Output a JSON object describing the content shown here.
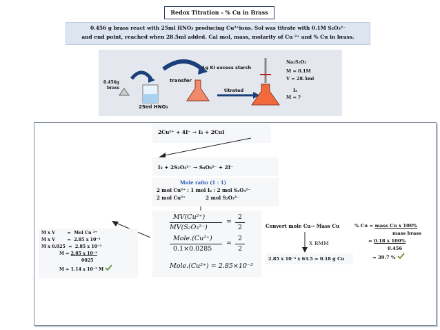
{
  "title": "Redox Titration - % Cu in Brass",
  "question": {
    "line1": "0.456 g brass react with 25ml HNO₃ producing Cu²⁺ions. Sol was titrate with 0.1M S₂O₃²⁻",
    "line2": "and end point, reached when 28.5ml added. Cal mol, mass, molarity of Cu ²⁺ and % Cu  in brass."
  },
  "diagram": {
    "brass_label_1": "0.456g",
    "brass_label_2": "brass",
    "hno3_label": "25ml HNO₃",
    "transfer_label": "transfer",
    "excess_label": "1g KI excess starch",
    "titrated_label": "titrated",
    "thio_label": "Na₂S₂O₃",
    "thio_M": "M = 0.1M",
    "thio_V": "V  = 28.5ml",
    "iodine_label": "I₂",
    "iodine_M": "M = ?"
  },
  "reactions": {
    "r1": "2Cu²⁺  +   4I⁻    →    I₂    + 2CuI",
    "r2": "I₂     +    2S₂O₃²⁻ →   S₄O₆²⁻ +  2I⁻"
  },
  "ratio": {
    "heading": "Mole ratio (1 : 1)",
    "line1": "2 mol Cu²⁺ : 1 mol I₂ : 2 mol S₂O₃²⁻",
    "line2": "2 mol Cu²⁺            2 mol S₂O₃²⁻"
  },
  "equations": {
    "eq1_num": "MV(Cu²⁺)",
    "eq1_den": "MV(S₂O₃²⁻)",
    "eq1_rhs_num": "2",
    "eq1_rhs_den": "2",
    "eq2_num": "Mole.(Cu²⁺)",
    "eq2_den": "0.1×0.0285",
    "eq2_rhs_num": "2",
    "eq2_rhs_den": "2",
    "eq3": "Mole.(Cu²⁺) = 2.85×10⁻³"
  },
  "left_calc": {
    "l1": "M x V        =  Mol Cu ²⁺",
    "l2": "M x V        =  2.85 x 10⁻³",
    "l3": "M x 0.025  =  2.85 x 10⁻³",
    "l4_pre": "M = ",
    "l4_num": "2.85 x 10⁻³",
    "l5": "0025",
    "l6": "M = 1.14 x 10⁻³ M"
  },
  "convert": {
    "heading": "Convert mole Cu→  Mass Cu",
    "rmm": "X RMM",
    "result": "2.85 x 10⁻³ x 63.5  = 0.18 g Cu"
  },
  "percent": {
    "l1_pre": "% Cu  = ",
    "l1_under": "mass Cu x 100%",
    "l2": "mass brass",
    "l3_pre": "= ",
    "l3_under": "0.18  x 100%",
    "l4": "0.456",
    "l5": "= 39.7 %"
  }
}
